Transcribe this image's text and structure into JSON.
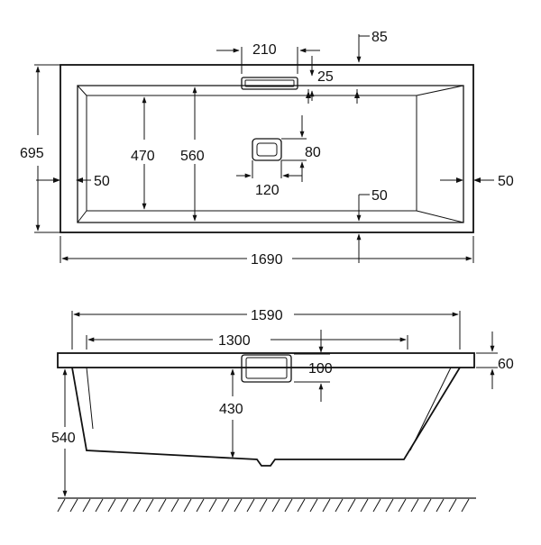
{
  "top_view": {
    "dims": {
      "overflow_width": "210",
      "rim_right": "85",
      "overflow_depth": "25",
      "width": "695",
      "inner_width": "470",
      "bottom_width": "560",
      "drain_depth": "80",
      "rim_left": "50",
      "rim_right_side": "50",
      "drain_width": "120",
      "rim_bottom": "50",
      "length": "1690"
    }
  },
  "side_view": {
    "dims": {
      "top_length": "1590",
      "bottom_length": "1300",
      "overflow_height": "100",
      "rim_height": "60",
      "inner_depth": "430",
      "total_height": "540"
    }
  }
}
